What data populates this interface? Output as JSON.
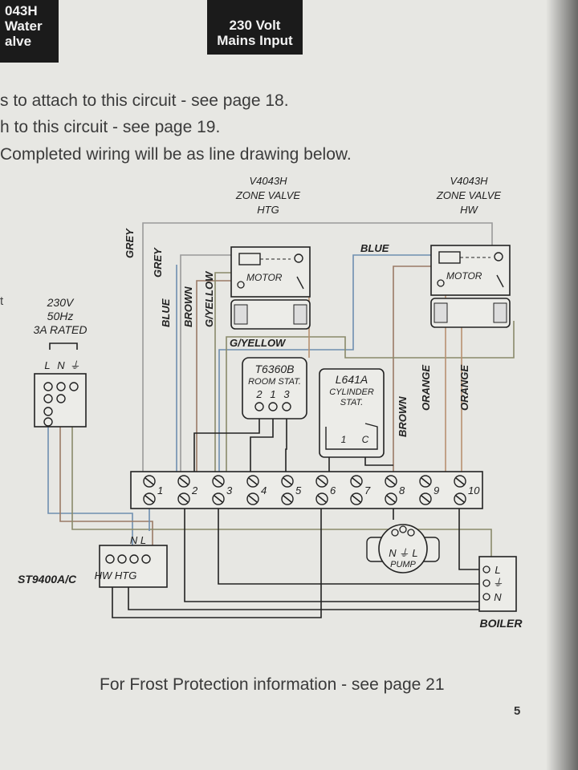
{
  "header": {
    "valve_box_lines": [
      "043H",
      "Water",
      "alve"
    ],
    "mains_box_lines": [
      "230 Volt",
      "Mains Input"
    ]
  },
  "instructions": [
    "s to attach to this circuit - see page 18.",
    "h to this circuit - see page 19.",
    "Completed wiring will be as line drawing below."
  ],
  "margin_mark": "t",
  "diagram": {
    "valve_htg": {
      "title": [
        "V4043H",
        "ZONE VALVE",
        "HTG"
      ],
      "motor_label": "MOTOR"
    },
    "valve_hw": {
      "title": [
        "V4043H",
        "ZONE VALVE",
        "HW"
      ],
      "motor_label": "MOTOR"
    },
    "supply": {
      "lines": [
        "230V",
        "50Hz",
        "3A RATED"
      ],
      "terminals": [
        "L",
        "N",
        "⏚"
      ]
    },
    "room_stat": {
      "lines": [
        "T6360B",
        "ROOM STAT."
      ],
      "terminals": [
        "2",
        "1",
        "3"
      ]
    },
    "cylinder_stat": {
      "lines": [
        "L641A",
        "CYLINDER",
        "STAT."
      ],
      "terminals": [
        "1",
        "C"
      ]
    },
    "programmer": {
      "name": "ST9400A/C",
      "top_label": "N L",
      "bottom_label": "HW HTG"
    },
    "pump": {
      "terminals": [
        "N",
        "⏚",
        "L"
      ],
      "name": "PUMP"
    },
    "boiler": {
      "name": "BOILER",
      "terminals": [
        "L",
        "⏚",
        "N"
      ]
    },
    "wiring_centre_terminals": [
      "1",
      "2",
      "3",
      "4",
      "5",
      "6",
      "7",
      "8",
      "9",
      "10"
    ],
    "wire_labels": {
      "grey_1": "GREY",
      "grey_2": "GREY",
      "blue_1": "BLUE",
      "brown_1": "BROWN",
      "gyellow_1": "G/YELLOW",
      "gyellow_2": "G/YELLOW",
      "blue_2": "BLUE",
      "brown_2": "BROWN",
      "orange_1": "ORANGE",
      "orange_2": "ORANGE"
    },
    "wire_colors": {
      "grey": "#9a9a9a",
      "blue": "#6f8fb0",
      "brown": "#9a7a66",
      "gyellow": "#8a8a6a",
      "orange": "#b89070",
      "black": "#222222"
    }
  },
  "footer": {
    "frost_text": "For Frost Protection information - see page 21",
    "page_number": "5"
  }
}
